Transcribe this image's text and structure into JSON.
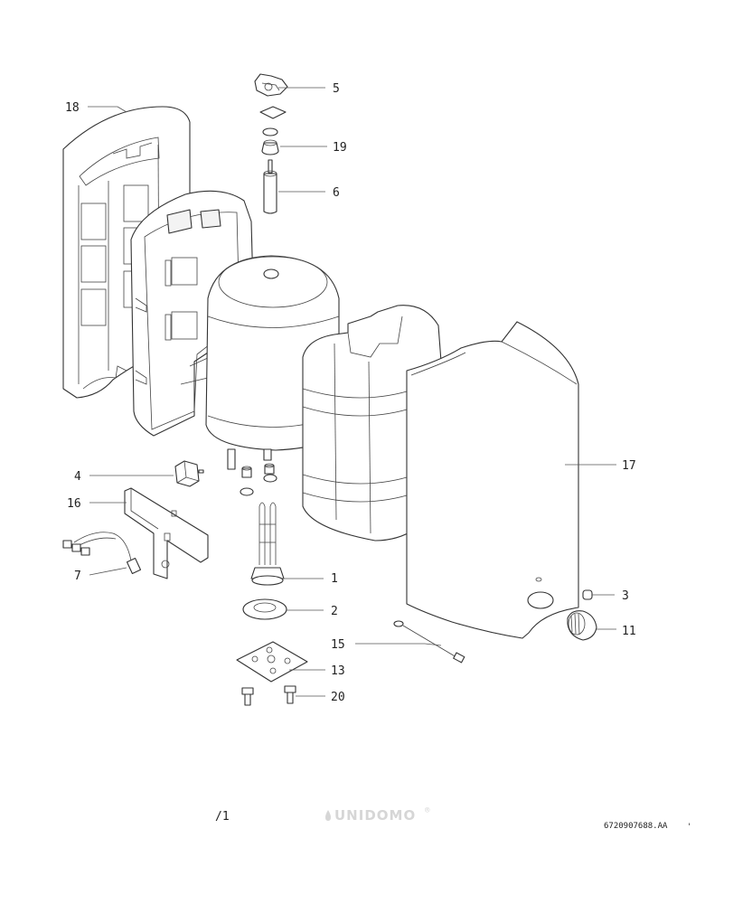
{
  "diagram": {
    "callouts": [
      {
        "id": "c5",
        "label": "5"
      },
      {
        "id": "c19",
        "label": "19"
      },
      {
        "id": "c6",
        "label": "6"
      },
      {
        "id": "c18",
        "label": "18"
      },
      {
        "id": "c17",
        "label": "17"
      },
      {
        "id": "c4",
        "label": "4"
      },
      {
        "id": "c16",
        "label": "16"
      },
      {
        "id": "c7",
        "label": "7"
      },
      {
        "id": "c1",
        "label": "1"
      },
      {
        "id": "c2",
        "label": "2"
      },
      {
        "id": "c3",
        "label": "3"
      },
      {
        "id": "c11",
        "label": "11"
      },
      {
        "id": "c15",
        "label": "15"
      },
      {
        "id": "c13",
        "label": "13"
      },
      {
        "id": "c20",
        "label": "20"
      }
    ]
  },
  "footer": {
    "page_mark": "/1",
    "watermark": "UNIDOMO",
    "watermark_symbol": "®",
    "doc_number": "6720907688.AA",
    "tick": "'"
  }
}
